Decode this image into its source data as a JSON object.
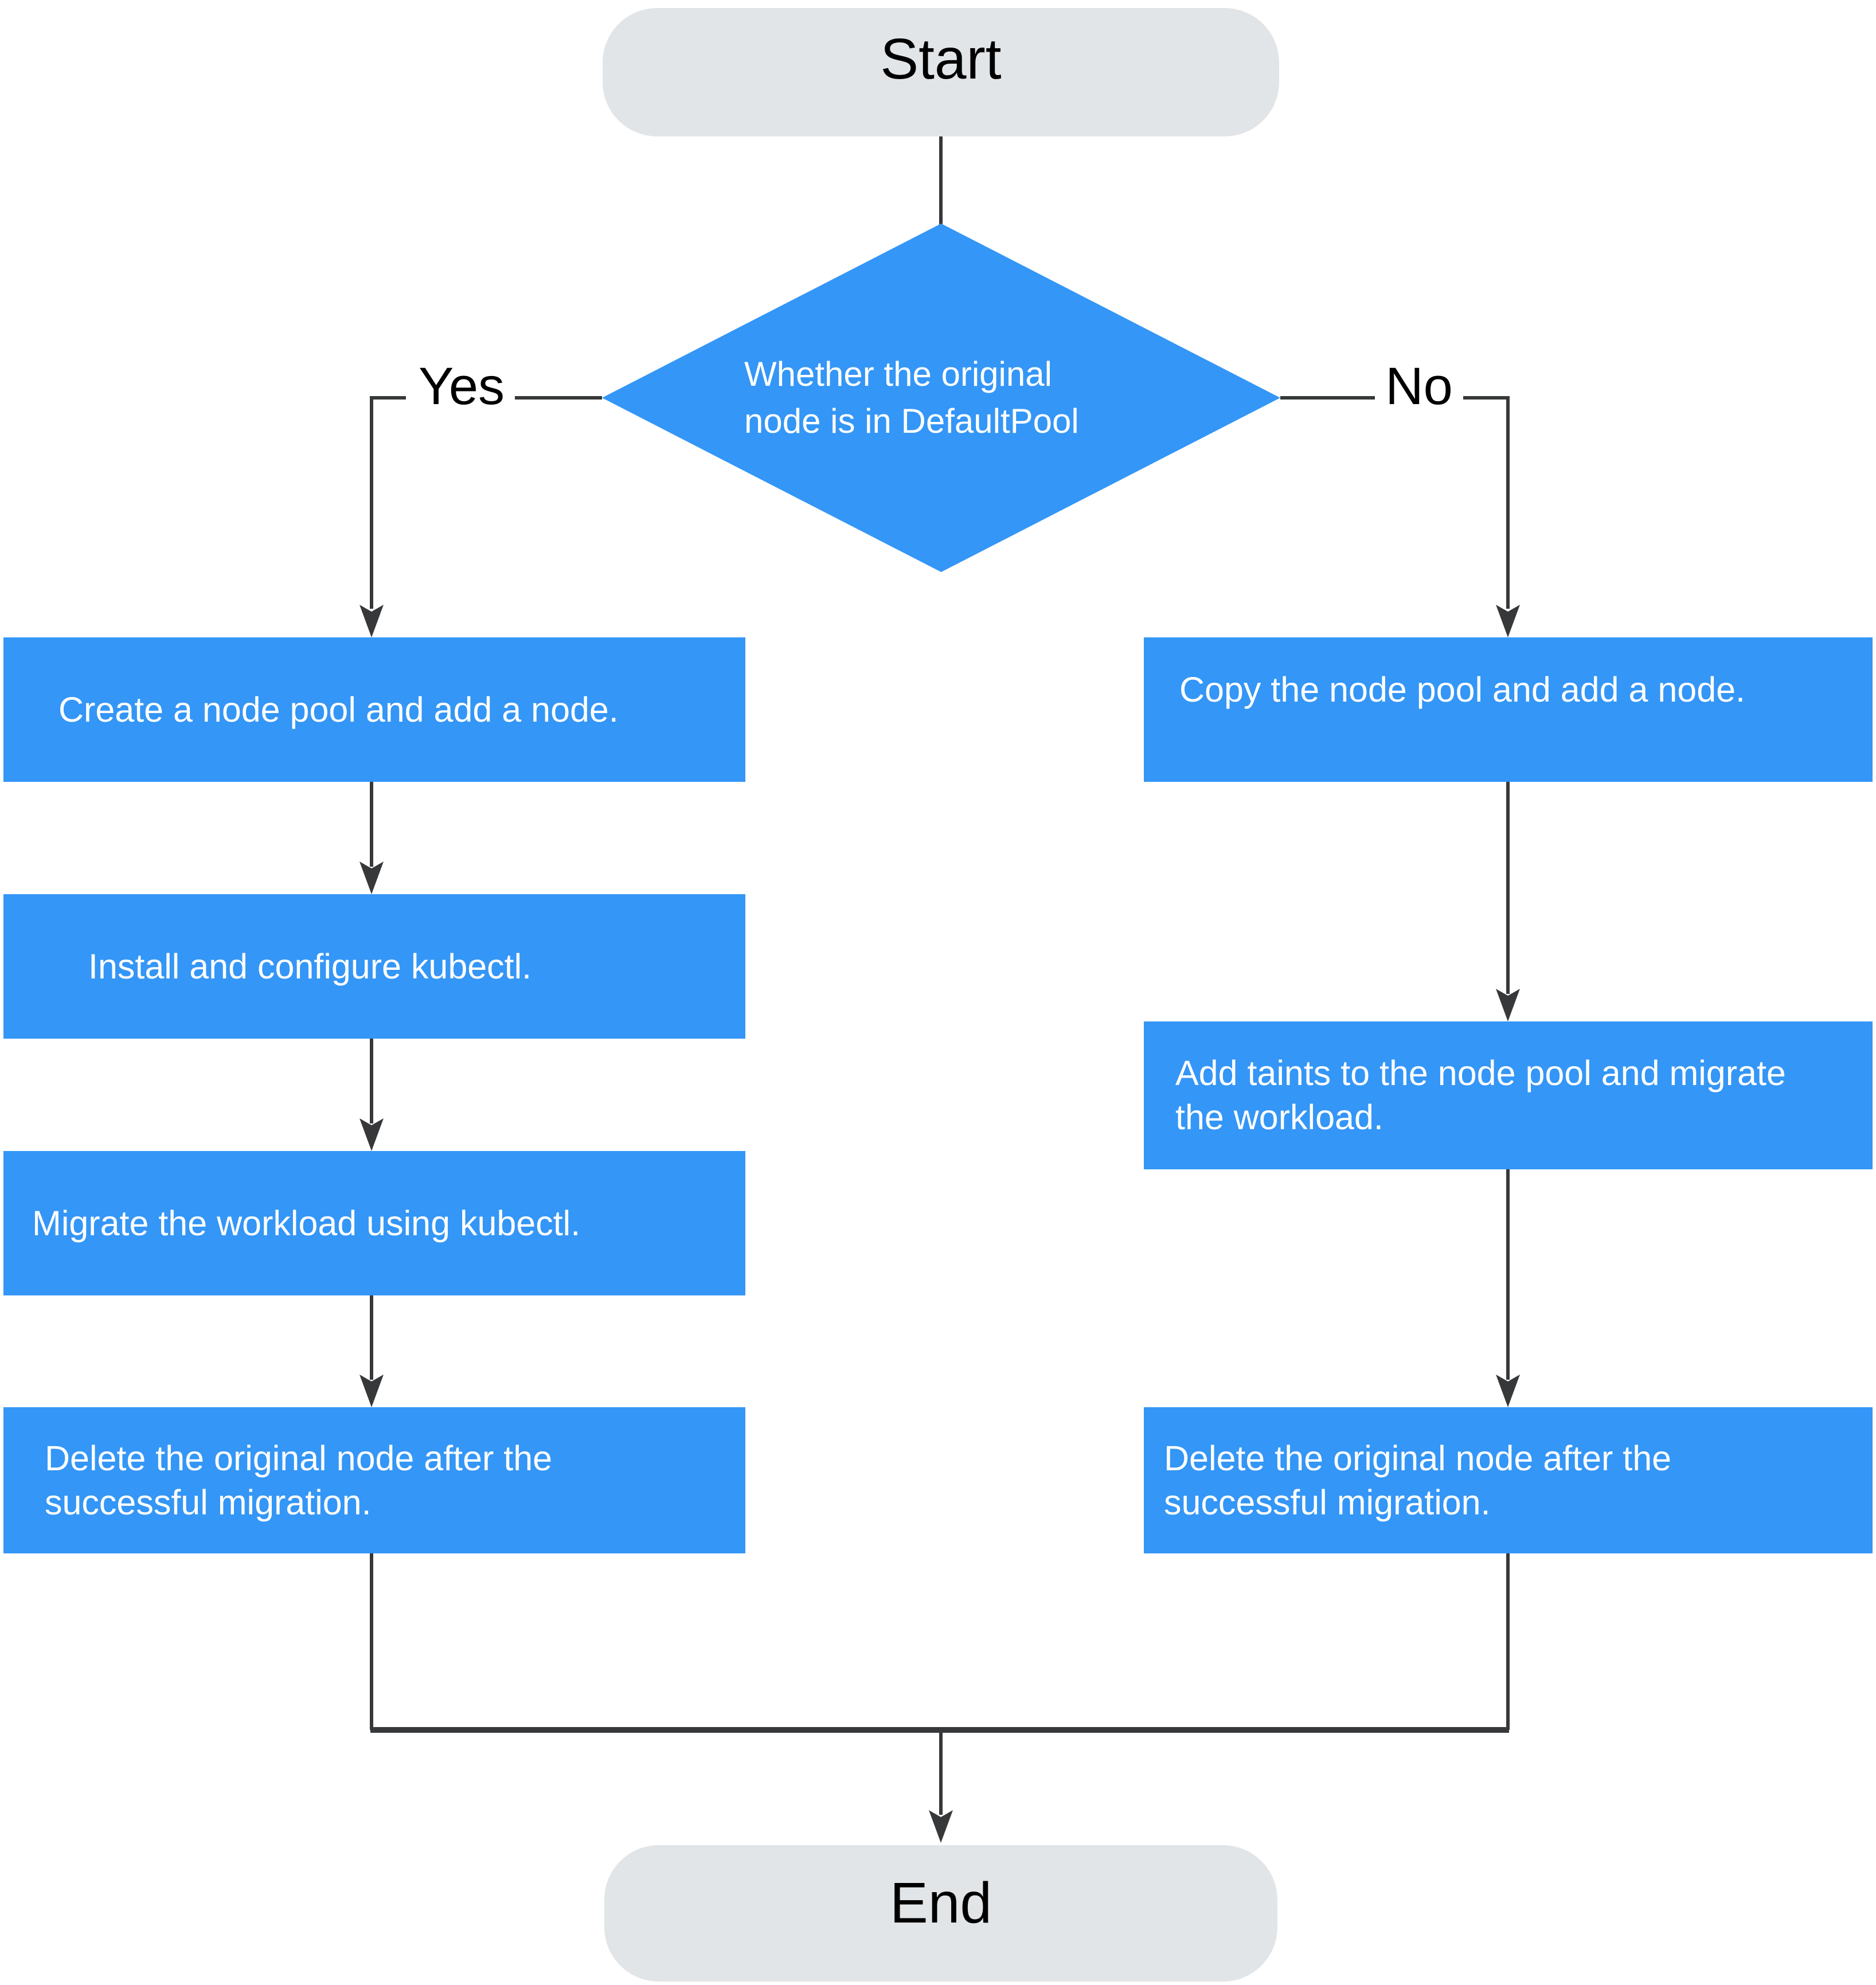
{
  "colors": {
    "process_fill": "#3496F6",
    "process_text": "#FFFFFF",
    "terminal_fill": "#E2E5E8",
    "terminal_text": "#000000",
    "connector": "#363839",
    "edge_label_text": "#000000",
    "canvas_background": "#FFFFFF"
  },
  "flowchart": {
    "start": {
      "label": "Start"
    },
    "decision": {
      "question_lines": [
        "Whether the original",
        "node is in DefaultPool"
      ],
      "yes_label": "Yes",
      "no_label": "No"
    },
    "yes_branch": {
      "steps": [
        "Create a node pool and add a node.",
        "Install and configure kubectl.",
        "Migrate the workload using kubectl.",
        "Delete the original node after the successful migration."
      ]
    },
    "no_branch": {
      "steps": [
        "Copy the node pool and add a node.",
        "Add taints to the node pool and migrate the workload.",
        "Delete the original node after the successful migration."
      ]
    },
    "end": {
      "label": "End"
    }
  }
}
